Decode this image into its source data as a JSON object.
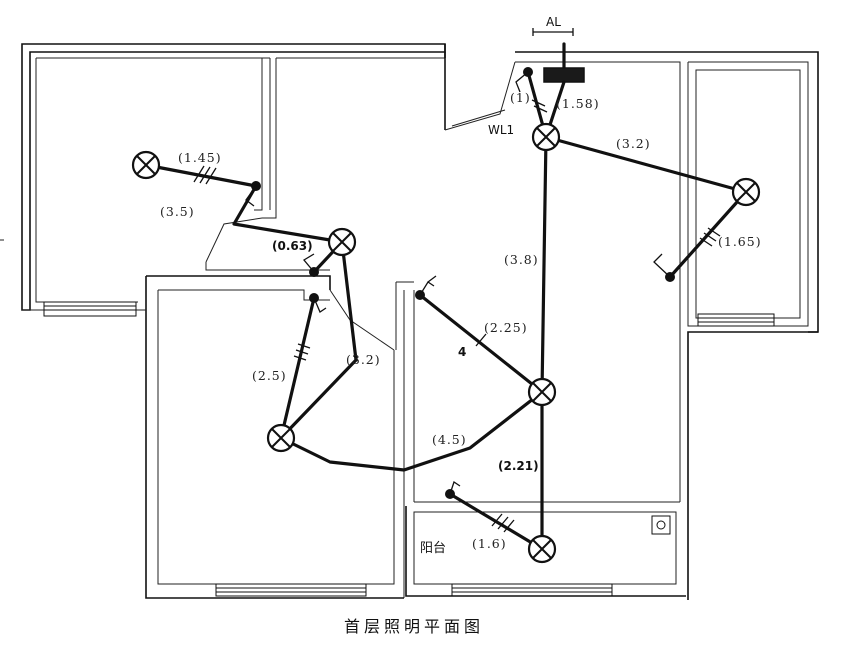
{
  "caption": "首层照明平面图",
  "labels": {
    "panel": "AL",
    "circuit": "WL1",
    "balcony": "阳台",
    "wire_count": "4"
  },
  "lengths": {
    "panel_switch": "(1)",
    "panel_lamp": "(1.58)",
    "top_right": "(3.2)",
    "right_switch": "(1.65)",
    "vertical_main": "(3.8)",
    "left_top": "(1.45)",
    "left_link": "(3.5)",
    "mid_switch": "(0.63)",
    "mid_down": "(3.2)",
    "left_bottom": "(2.5)",
    "center_switch": "(2.25)",
    "center_left": "(4.5)",
    "balcony_main": "(2.21)",
    "balcony_switch": "(1.6)"
  },
  "symbols": {
    "lamp": "lamp-icon",
    "switch": "switch-icon",
    "panel": "distribution-panel-icon"
  }
}
